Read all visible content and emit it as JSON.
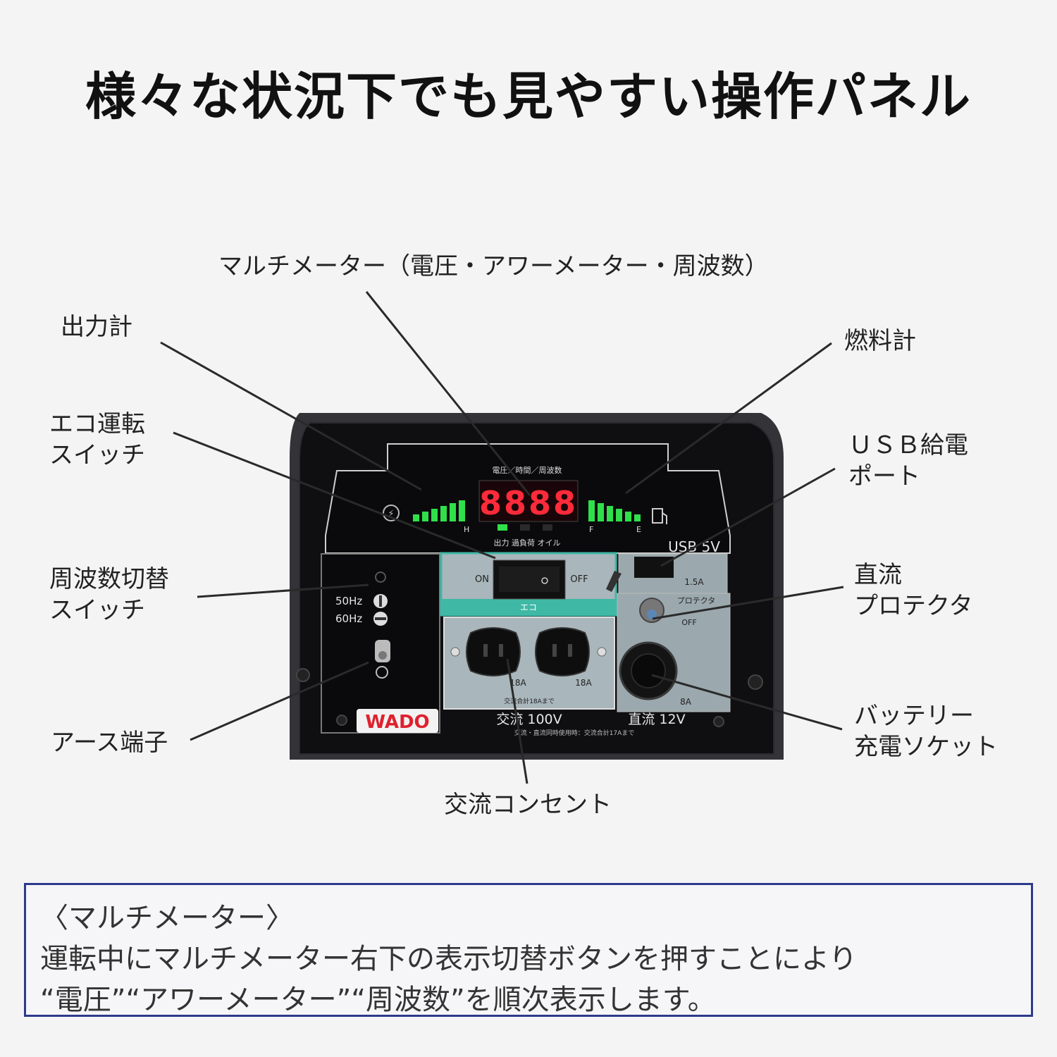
{
  "headline": "様々な状況下でも見やすい操作パネル",
  "labels": {
    "multimeter": "マルチメーター（電圧・アワーメーター・周波数）",
    "output_meter": "出力計",
    "eco_switch": "エコ運転\nスイッチ",
    "freq_switch": "周波数切替\nスイッチ",
    "earth_terminal": "アース端子",
    "fuel_meter": "燃料計",
    "usb_port": "ＵＳＢ給電\nポート",
    "dc_protector": "直流\nプロテクタ",
    "battery_socket": "バッテリー\n充電ソケット",
    "ac_outlet": "交流コンセント"
  },
  "panel": {
    "display_header": "電圧／時間／周波数",
    "display_digits": "8888",
    "lamp_labels": "出力 過負荷 オイル",
    "output_h": "H",
    "fuel_f": "F",
    "fuel_e": "E",
    "eco_on": "ON",
    "eco_off": "OFF",
    "eco_caption": "エコ",
    "freq_50": "50Hz",
    "freq_60": "60Hz",
    "usb_label": "USB 5V",
    "usb_amp": "1.5A",
    "protector": "プロテクタ",
    "protector_off": "OFF",
    "outlet_amp_1": "18A",
    "outlet_amp_2": "18A",
    "outlet_note": "交流合計18Aまで",
    "ac_label": "交流 100V",
    "dc_label": "直流 12V",
    "dc_amp": "8A",
    "bottom_note": "交流・直流同時使用時：交流合計17Aまで",
    "brand": "WADO"
  },
  "note": {
    "title": "〈マルチメーター〉",
    "line1": "運転中にマルチメーター右下の表示切替ボタンを押すことにより",
    "line2": "“電圧”“アワーメーター”“周波数”を順次表示します。"
  },
  "colors": {
    "display_red": "#ff2b3a",
    "meter_green": "#2fe04a",
    "teal": "#3fb8a6",
    "brand_red": "#e0202e",
    "note_border": "#2e3a8c"
  }
}
